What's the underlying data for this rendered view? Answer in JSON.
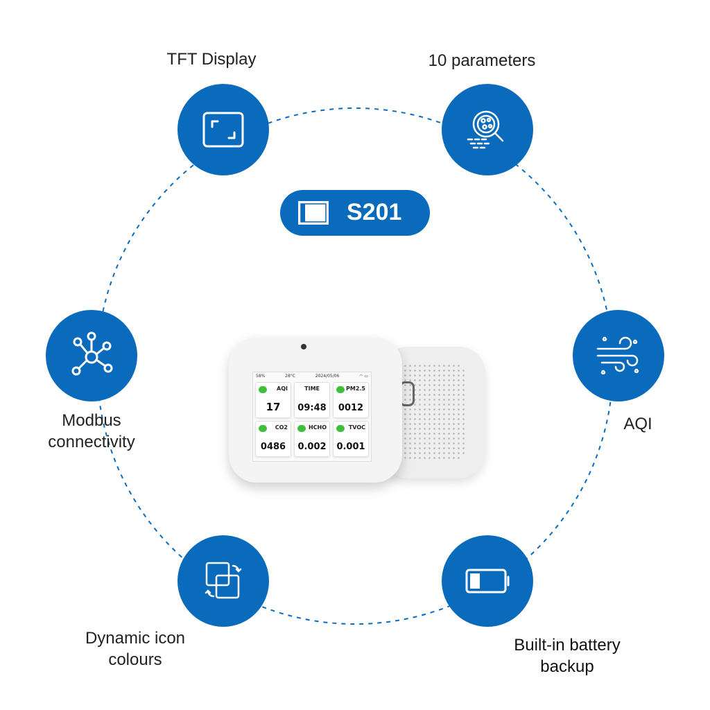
{
  "features": {
    "tft": {
      "label": "TFT Display",
      "icon": "display-frame-icon"
    },
    "params": {
      "label": "10 parameters",
      "icon": "particle-magnifier-icon"
    },
    "modbus": {
      "label_line1": "Modbus",
      "label_line2": "connectivity",
      "icon": "network-hub-icon"
    },
    "aqi": {
      "label": "AQI",
      "icon": "wind-icon"
    },
    "dynamic": {
      "label_line1": "Dynamic icon",
      "label_line2": "colours",
      "icon": "swap-squares-icon"
    },
    "battery": {
      "label_line1": "Built-in battery",
      "label_line2": "backup",
      "icon": "battery-icon"
    }
  },
  "badge": {
    "label": "S201",
    "icon": "window-icon"
  },
  "device": {
    "status": {
      "humidity": "58%",
      "temp": "28°C",
      "date": "2024/05/06"
    },
    "tiles": [
      {
        "name": "AQI",
        "value": "17"
      },
      {
        "name": "TIME",
        "value": "09:48"
      },
      {
        "name": "PM2.5",
        "value": "0012"
      },
      {
        "name": "CO2",
        "value": "0486"
      },
      {
        "name": "HCHO",
        "value": "0.002"
      },
      {
        "name": "TVOC",
        "value": "0.001"
      }
    ]
  },
  "colors": {
    "accent": "#0a6bbd",
    "ring": "#0a6bbd",
    "tile_icon": "#3fbf3a"
  }
}
